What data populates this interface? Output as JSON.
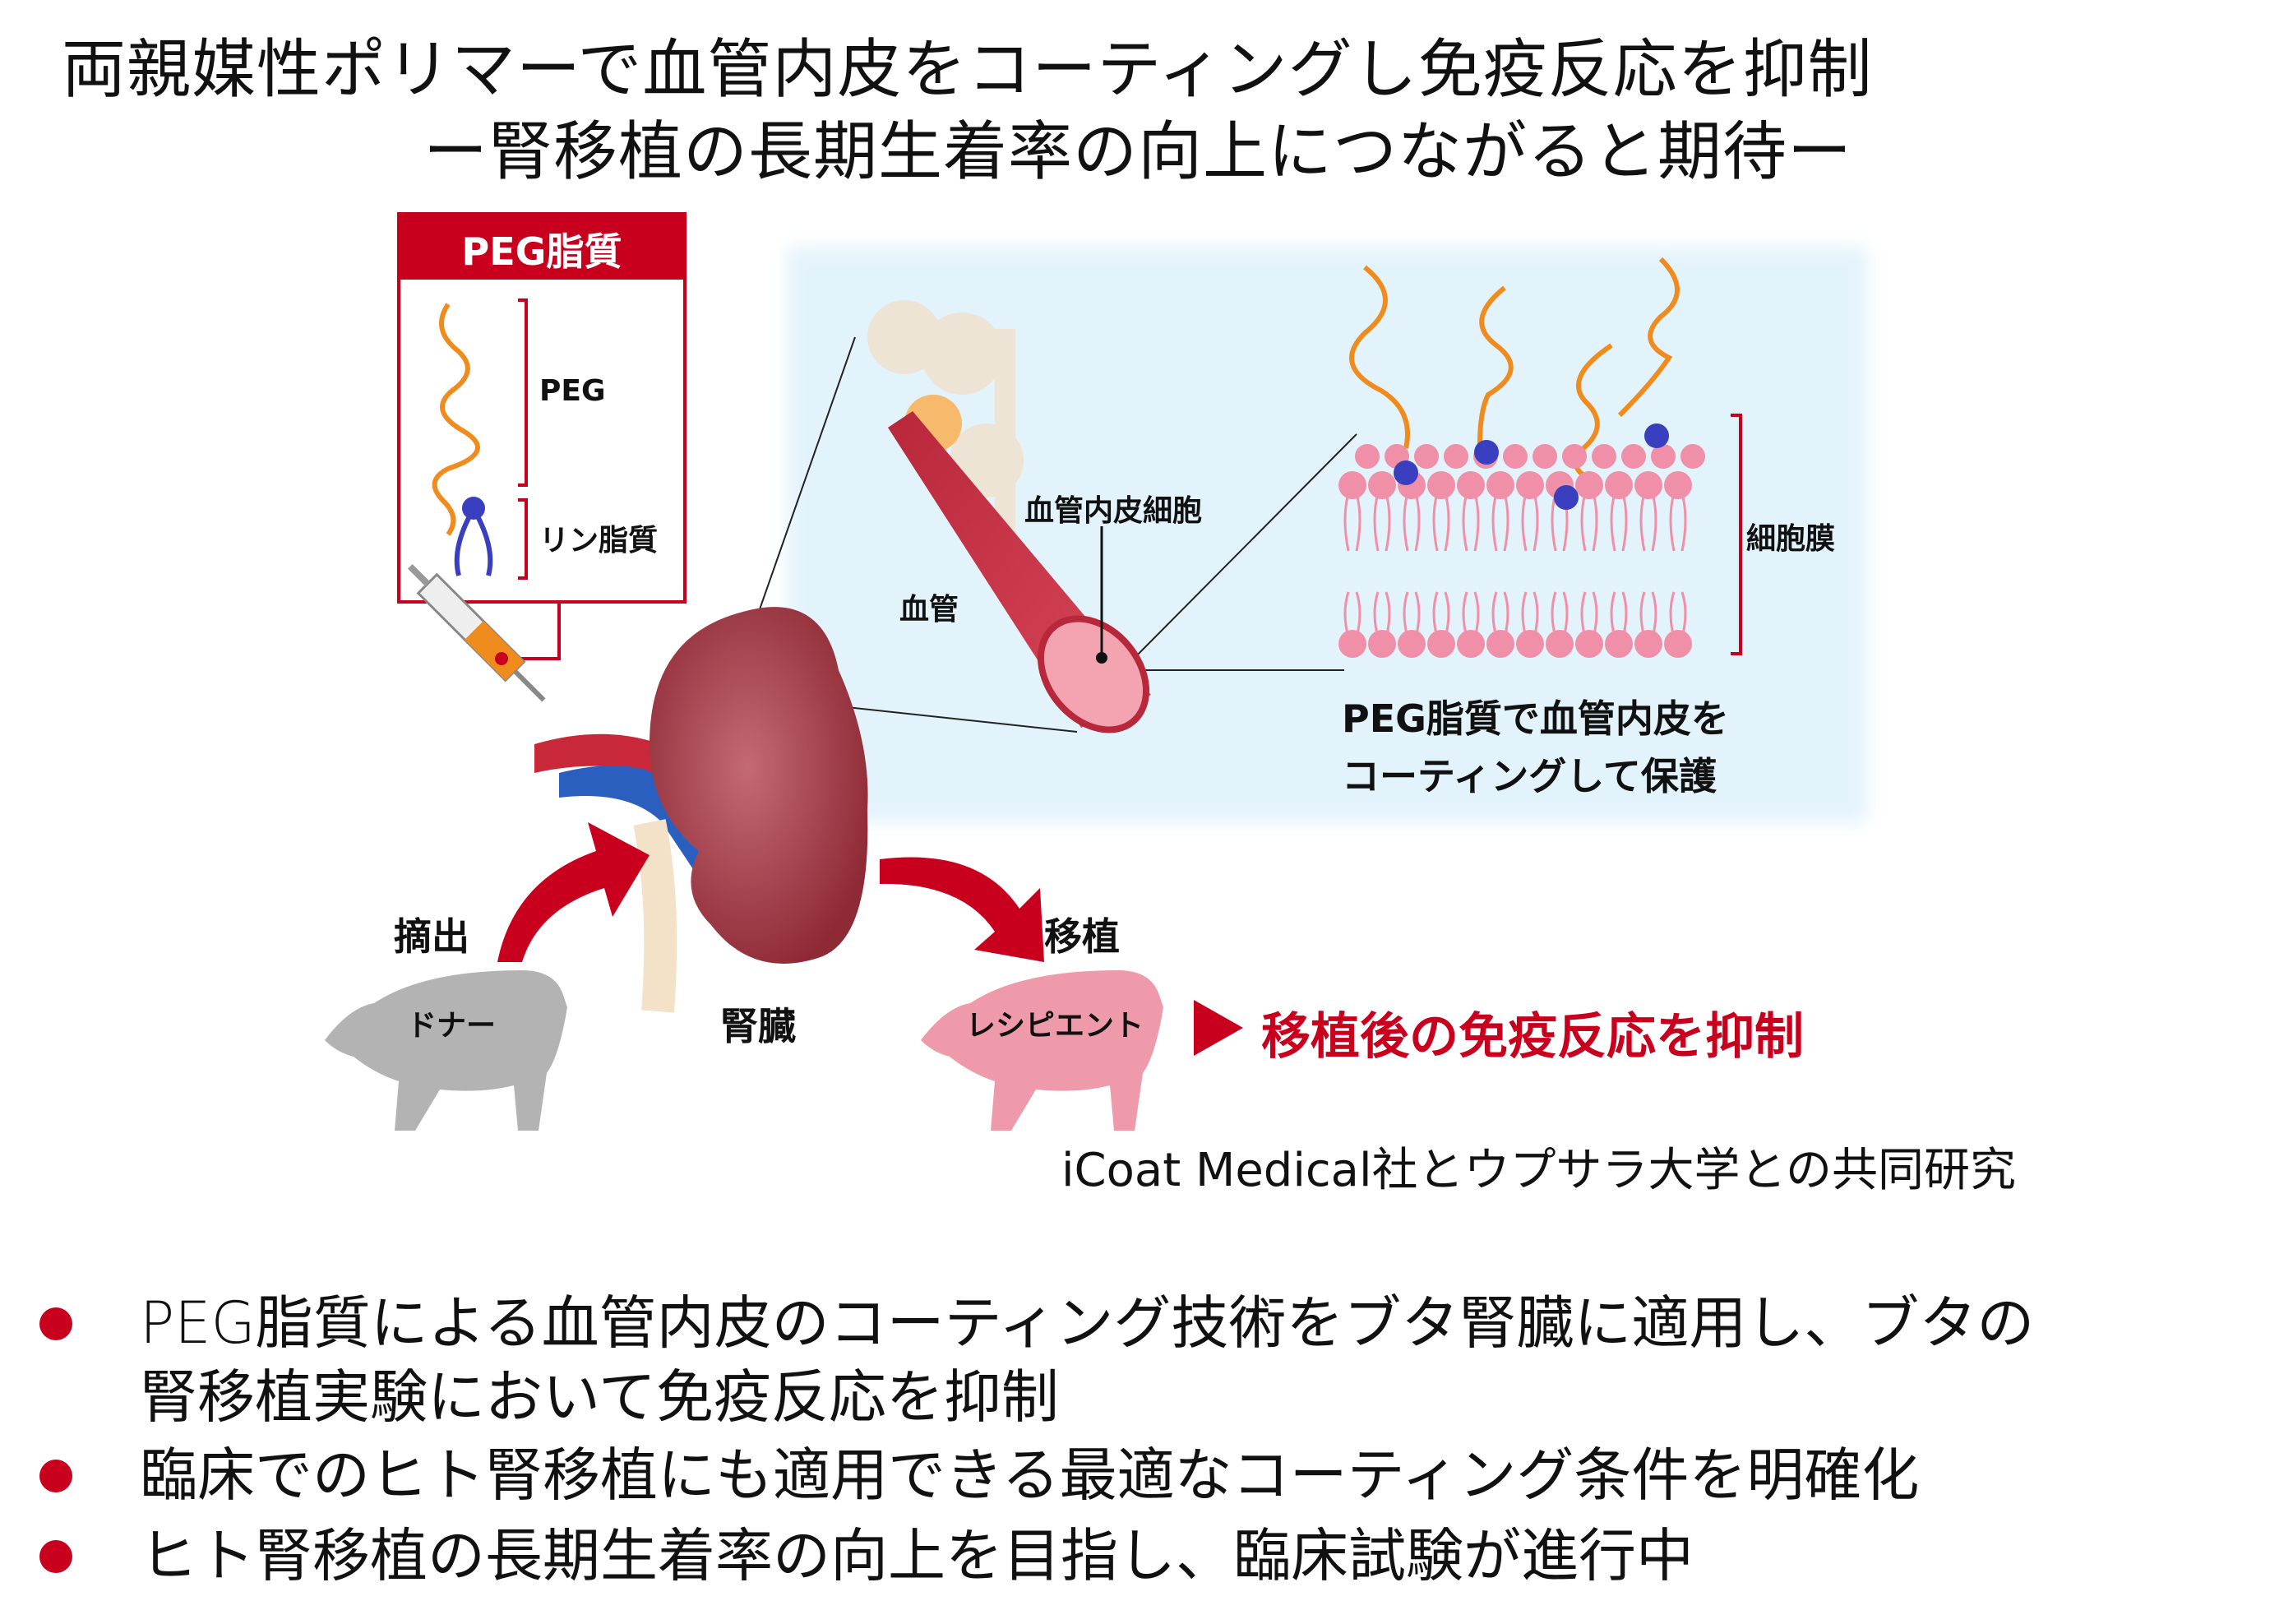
{
  "title": {
    "line1": "両親媒性ポリマーで血管内皮をコーティングし免疫反応を抑制",
    "line2": "ー腎移植の長期生着率の向上につながると期待ー"
  },
  "peg_box": {
    "header": "PEG脂質",
    "peg_label": "PEG",
    "phospholipid_label": "リン脂質"
  },
  "diagram": {
    "vessel_label": "血管",
    "endothelial_label": "血管内皮細胞",
    "membrane_label": "細胞膜",
    "coating_caption_line1": "PEG脂質で血管内皮を",
    "coating_caption_line2": "コーティングして保護",
    "extraction_label": "摘出",
    "donor_label": "ドナー",
    "kidney_label": "腎臓",
    "transplant_label": "移植",
    "recipient_label": "レシピエント",
    "result_text": "移植後の免疫反応を抑制",
    "collaboration": "iCoat Medical社とウプサラ大学との共同研究"
  },
  "bullets": [
    {
      "line1": "PEG脂質による血管内皮のコーティング技術をブタ腎臓に適用し、ブタの",
      "line2": "腎移植実験において免疫反応を抑制"
    },
    {
      "line1": "臨床でのヒト腎移植にも適用できる最適なコーティング条件を明確化"
    },
    {
      "line1": "ヒト腎移植の長期生着率の向上を目指し、臨床試験が進行中"
    }
  ],
  "colors": {
    "accent_red": "#c8001e",
    "panel_blue": "#e3f3fc",
    "peg_orange": "#f08c1e",
    "lipid_pink": "#f08fa8",
    "kidney": "#b3525e"
  }
}
